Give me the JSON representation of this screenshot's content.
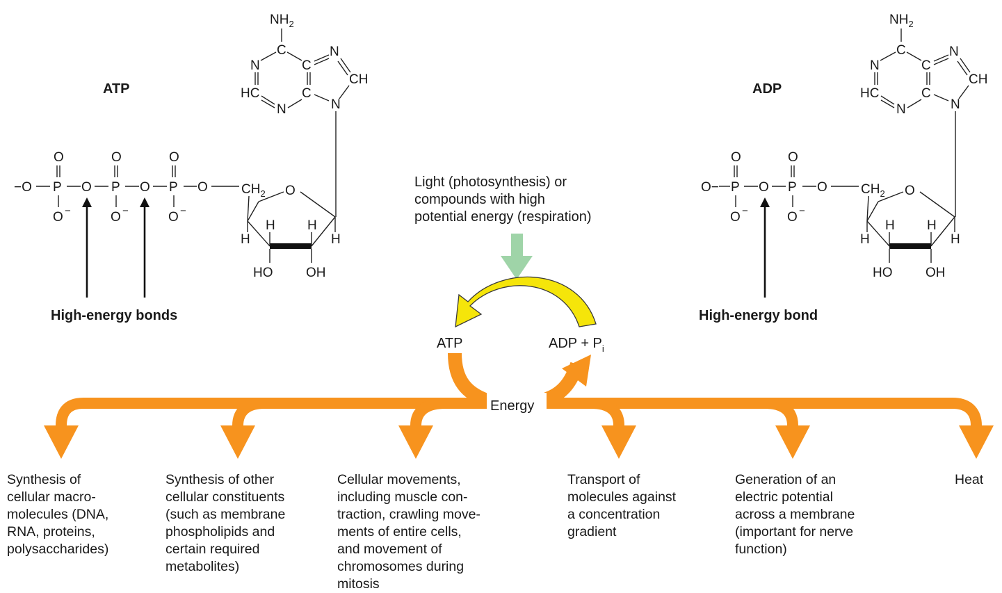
{
  "left_molecule": {
    "title": "ATP",
    "bond_label": "High-energy bonds",
    "atoms": {
      "NH": "NH",
      "sub2": "2",
      "N": "N",
      "C": "C",
      "CH": "CH",
      "HC": "HC",
      "O": "O",
      "P": "P",
      "minus": "−",
      "Ominus": "O−",
      "minusO": "−O",
      "CH2": "CH",
      "H": "H",
      "HO": "HO",
      "OH": "OH"
    }
  },
  "right_molecule": {
    "title": "ADP",
    "bond_label": "High-energy bond"
  },
  "cycle": {
    "energy_source": "Light (photosynthesis) or\ncompounds with high\npotential energy (respiration)",
    "atp_label": "ATP",
    "adp_label": "ADP + P",
    "adp_subscript": "i",
    "energy_label": "Energy"
  },
  "uses": [
    "Synthesis of\ncellular macro-\nmolecules (DNA,\nRNA, proteins,\npolysaccharides)",
    "Synthesis of other\ncellular constituents\n(such as membrane\nphospholipids and\ncertain required\nmetabolites)",
    "Cellular movements,\nincluding muscle con-\ntraction, crawling move-\nments of entire cells,\nand movement of\nchromosomes during\nmitosis",
    "Transport of\nmolecules against\na concentration\ngradient",
    "Generation of an\nelectric potential\nacross a membrane\n(important for nerve\nfunction)",
    "Heat"
  ],
  "colors": {
    "orange": "#f7931e",
    "yellow": "#f5e50a",
    "green": "#9fd4a8",
    "ink": "#1a1a1a"
  }
}
